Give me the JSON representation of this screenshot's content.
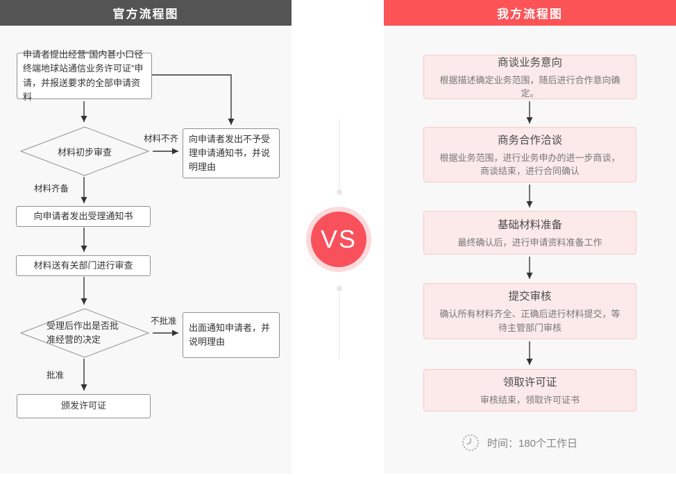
{
  "colors": {
    "official_header_bg": "#545454",
    "ours_header_bg": "#fc5357",
    "vs_red": "#f8515c",
    "vs_ring": "#fcd9da",
    "pink_box_bg": "#fce9e9",
    "pink_box_border": "#f7caca",
    "panel_bg": "#f8f8f8"
  },
  "official": {
    "header": "官方流程图",
    "steps": {
      "apply": "申请者提出经营“国内甚小口径终端地球站通信业务许可证”申请，并报送要求的全部申请资料",
      "review1": "材料初步审查",
      "reject_notice": "向申请者发出不予受理申请通知书，并说明理由",
      "accept_notice": "向申请者发出受理通知书",
      "dept_review": "材料送有关部门进行审查",
      "decision": "受理后作出是否批准经营的决定",
      "refuse_notice": "出面通知申请者，并说明理由",
      "issue": "颁发许可证"
    },
    "labels": {
      "incomplete": "材料不齐",
      "complete": "材料齐备",
      "not_approved": "不批准",
      "approved": "批准"
    }
  },
  "vs_label": "VS",
  "ours": {
    "header": "我方流程图",
    "steps": [
      {
        "title": "商谈业务意向",
        "desc": "根据描述确定业务范围，随后进行合作意向确定。"
      },
      {
        "title": "商务合作洽谈",
        "desc": "根据业务范围，进行业务申办的进一步商谈，商谈结束，进行合同确认"
      },
      {
        "title": "基础材料准备",
        "desc": "最终确认后，进行申请资料准备工作"
      },
      {
        "title": "提交审核",
        "desc": "确认所有材料齐全、正确后进行材料提交，等待主管部门审核"
      },
      {
        "title": "领取许可证",
        "desc": "审核结束，领取许可证书"
      }
    ],
    "time_note": "时间：180个工作日"
  }
}
